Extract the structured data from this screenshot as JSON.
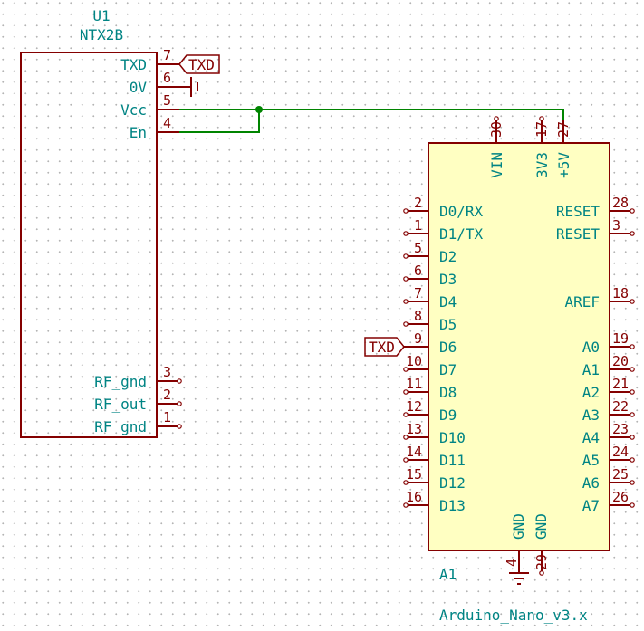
{
  "colors": {
    "component": "#840000",
    "component_fill": "#ffffc2",
    "wire": "#008400",
    "label": "#008484"
  },
  "u1": {
    "reference": "U1",
    "value": "NTX2B",
    "pins": [
      {
        "name": "TXD",
        "number": "7"
      },
      {
        "name": "0V",
        "number": "6"
      },
      {
        "name": "Vcc",
        "number": "5"
      },
      {
        "name": "En",
        "number": "4"
      },
      {
        "name": "RF_gnd",
        "number": "3"
      },
      {
        "name": "RF_out",
        "number": "2"
      },
      {
        "name": "RF_gnd",
        "number": "1"
      }
    ]
  },
  "a1": {
    "reference": "A1",
    "value": "Arduino_Nano_v3.x",
    "top_pins": [
      {
        "name": "VIN",
        "number": "30"
      },
      {
        "name": "3V3",
        "number": "17"
      },
      {
        "name": "+5V",
        "number": "27"
      }
    ],
    "bottom_pins": [
      {
        "name": "GND",
        "number": "4"
      },
      {
        "name": "GND",
        "number": "29"
      }
    ],
    "left_pins": [
      {
        "name": "D0/RX",
        "number": "2"
      },
      {
        "name": "D1/TX",
        "number": "1"
      },
      {
        "name": "D2",
        "number": "5"
      },
      {
        "name": "D3",
        "number": "6"
      },
      {
        "name": "D4",
        "number": "7"
      },
      {
        "name": "D5",
        "number": "8"
      },
      {
        "name": "D6",
        "number": "9"
      },
      {
        "name": "D7",
        "number": "10"
      },
      {
        "name": "D8",
        "number": "11"
      },
      {
        "name": "D9",
        "number": "12"
      },
      {
        "name": "D10",
        "number": "13"
      },
      {
        "name": "D11",
        "number": "14"
      },
      {
        "name": "D12",
        "number": "15"
      },
      {
        "name": "D13",
        "number": "16"
      }
    ],
    "right_pins": [
      {
        "name": "RESET",
        "number": "28"
      },
      {
        "name": "RESET",
        "number": "3"
      },
      {
        "name": "AREF",
        "number": "18"
      },
      {
        "name": "A0",
        "number": "19"
      },
      {
        "name": "A1",
        "number": "20"
      },
      {
        "name": "A2",
        "number": "21"
      },
      {
        "name": "A3",
        "number": "22"
      },
      {
        "name": "A4",
        "number": "23"
      },
      {
        "name": "A5",
        "number": "24"
      },
      {
        "name": "A6",
        "number": "25"
      },
      {
        "name": "A7",
        "number": "26"
      }
    ]
  },
  "labels": {
    "txd_u1": "TXD",
    "txd_a1": "TXD"
  }
}
